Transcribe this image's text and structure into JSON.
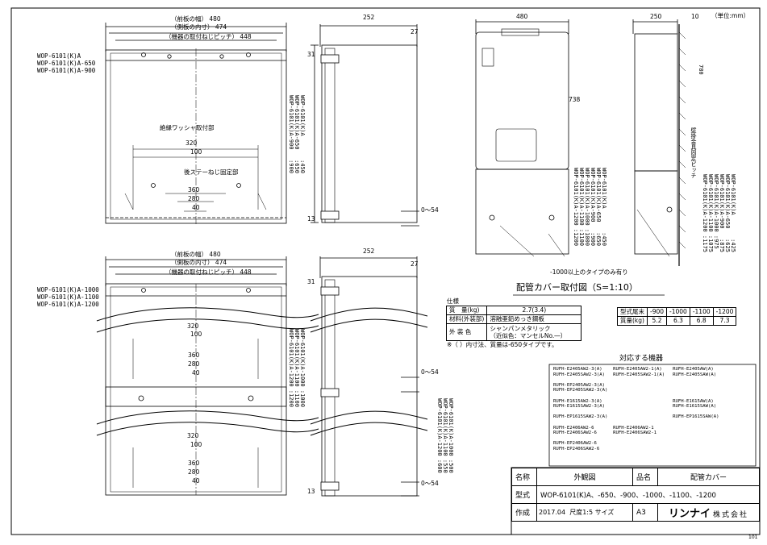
{
  "units_note": "（単位:mm）",
  "top_left_view": {
    "models": [
      "WOP-6101(K)A",
      "WOP-6101(K)A-650",
      "WOP-6101(K)A-900"
    ],
    "dim_front_width": "（前板の幅） 480",
    "dim_side_inner": "（側板の内寸） 474",
    "dim_screw_pitch": "（機器の取付ねじピッチ） 448",
    "label_washer": "絶縁ワッシャ取付部",
    "label_stay": "後ステーねじ固定部",
    "dims": [
      "320",
      "100",
      "360",
      "280",
      "40"
    ]
  },
  "top_side_view": {
    "dim_depth": "252",
    "dim_27": "27",
    "dim_31": "31",
    "dim_13": "13",
    "dim_range": "0〜54",
    "height_list": "WOP-6101(K)A       :450\nWOP-6101(K)A-650   :650\nWOP-6101(K)A-900   :900"
  },
  "bottom_left_view": {
    "models": [
      "WOP-6101(K)A-1000",
      "WOP-6101(K)A-1100",
      "WOP-6101(K)A-1200"
    ],
    "dim_front_width": "（前板の幅） 480",
    "dim_side_inner": "（側板の内寸） 474",
    "dim_screw_pitch": "（機器の取付ねじピッチ） 448",
    "dims_upper": [
      "320",
      "100",
      "360",
      "280",
      "40"
    ],
    "dims_lower": [
      "320",
      "100",
      "360",
      "280",
      "40"
    ]
  },
  "bottom_side_view": {
    "dim_depth": "252",
    "dim_27": "27",
    "dim_31": "31",
    "dim_13": "13",
    "dim_range_1": "0〜54",
    "dim_range_2": "0〜54",
    "height_list_1": "WOP-6101(K)A-1000 :1000\nWOP-6101(K)A-1100 :1100\nWOP-6101(K)A-1200 :1200",
    "height_list_2": "WOP-6101(K)A-1000 :500\nWOP-6101(K)A-1100 :550\nWOP-6101(K)A-1200 :600"
  },
  "install_view": {
    "dim_480": "480",
    "dim_250": "250",
    "dim_10": "10",
    "dim_738": "738",
    "dim_780": "780",
    "label_wall_pitch": "壁掛金具固定ピッチ",
    "label_1000": "-1000以上のタイプのみ有り",
    "heights_front": "WOP-6101(K)A       :450\nWOP-6101(K)A-650   :650\nWOP-6101(K)A-900   :900\nWOP-6101(K)A-1000 :1000\nWOP-6101(K)A-1100 :1100\nWOP-6101(K)A-1200 :1200",
    "heights_side": "WOP-6101(K)A       :425\nWOP-6101(K)A-650   :625\nWOP-6101(K)A-900   :875\nWOP-6101(K)A-1000 :975\nWOP-6101(K)A-1100 :1075\nWOP-6101(K)A-1200 :1175",
    "caption": "配管カバー取付図（S=1:10）"
  },
  "spec": {
    "heading": "仕様",
    "rows": [
      {
        "label": "質　量(kg)",
        "value": "2.7(3.4)"
      },
      {
        "label": "材料(外装部)",
        "value": "溶融亜鉛めっき鋼板"
      },
      {
        "label": "外 装 色",
        "value": "シャンパンメタリック\n（近似色：マンセルNo.―）"
      }
    ],
    "note": "※（ ）内寸法、質量は-650タイプです。",
    "weight_table": {
      "header": [
        "型式尾末",
        "-900",
        "-1000",
        "-1100",
        "-1200"
      ],
      "row": [
        "質量(kg)",
        "5.2",
        "6.3",
        "6.8",
        "7.3"
      ]
    }
  },
  "compatible": {
    "title": "対応する機器",
    "lines": [
      "RUFH-E2405AW2-3(A)    RUFH-E2405AW2-1(A)    RUFH-E2405AW(A)",
      "RUFH-E2405SAW2-3(A)   RUFH-E2405SAW2-1(A)   RUFH-E2405SAW(A)",
      "",
      "RUFH-EP2405AW2-3(A)",
      "RUFH-EP2405SAW2-3(A)",
      "",
      "RUFH-E1615AW2-3(A)                          RUFH-E1615AW(A)",
      "RUFH-E1615SAW2-3(A)                         RUFH-E1615SAW(A)",
      "",
      "RUFH-EP1615SAW2-3(A)                        RUFH-EP1615SAW(A)",
      "",
      "RUFH-E2406AW2-6       RUFH-E2406AW2-1",
      "RUFH-E2406SAW2-6      RUFH-E2406SAW2-1",
      "",
      "RUFH-EP2406AW2-6",
      "RUFH-EP2406SAW2-6"
    ]
  },
  "title_block": {
    "name_label": "名称",
    "name_value": "外観図",
    "item_label": "品名",
    "item_value": "配管カバー",
    "model_label": "型式",
    "model_value": "WOP-6101(K)A、-650、-900、-1000、-1100、-1200",
    "date_label": "作成",
    "date_value": "2017.04",
    "scale_label": "尺度",
    "scale_value": "1:5",
    "size_label": "サイズ",
    "size_value": "A3",
    "company_brand": "リンナイ",
    "company_suffix": "株式会社",
    "page_code": "101"
  }
}
